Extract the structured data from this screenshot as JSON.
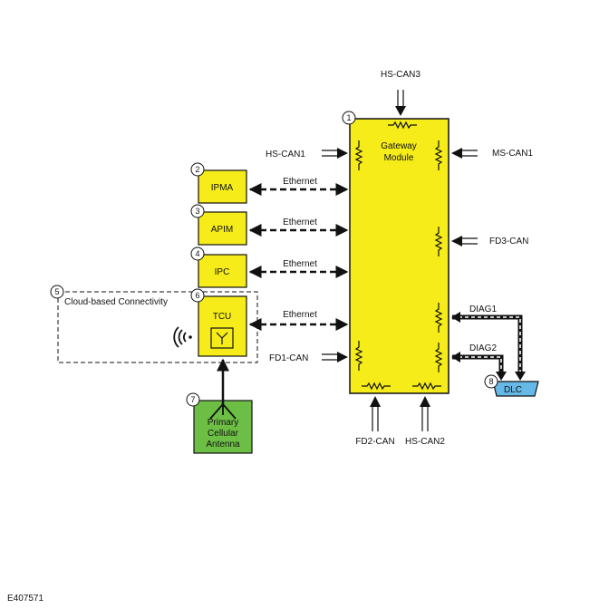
{
  "colors": {
    "module_fill": "#f5ec1a",
    "antenna_fill": "#6dbe45",
    "dlc_fill": "#66b8e6",
    "stroke": "#111111"
  },
  "modules": {
    "gateway": {
      "number": "1",
      "line1": "Gateway",
      "line2": "Module"
    },
    "ipma": {
      "number": "2",
      "label": "IPMA"
    },
    "apim": {
      "number": "3",
      "label": "APIM"
    },
    "ipc": {
      "number": "4",
      "label": "IPC"
    },
    "tcu": {
      "number": "6",
      "label": "TCU"
    },
    "antenna": {
      "number": "7",
      "line1": "Primary",
      "line2": "Cellular",
      "line3": "Antenna"
    },
    "dlc": {
      "number": "8",
      "label": "DLC"
    }
  },
  "cloud": {
    "number": "5",
    "label": "Cloud-based Connectivity"
  },
  "links": {
    "ethernet_ipma": "Ethernet",
    "ethernet_apim": "Ethernet",
    "ethernet_ipc": "Ethernet",
    "ethernet_tcu": "Ethernet"
  },
  "buses": {
    "hs_can3": "HS-CAN3",
    "hs_can1": "HS-CAN1",
    "ms_can1": "MS-CAN1",
    "fd3_can": "FD3-CAN",
    "diag1": "DIAG1",
    "diag2": "DIAG2",
    "fd1_can": "FD1-CAN",
    "fd2_can": "FD2-CAN",
    "hs_can2": "HS-CAN2"
  },
  "icons": {
    "wireless": "wireless-signal-icon",
    "antenna": "antenna-icon",
    "resistor": "resistor-icon"
  },
  "figure_ref": "E407571"
}
